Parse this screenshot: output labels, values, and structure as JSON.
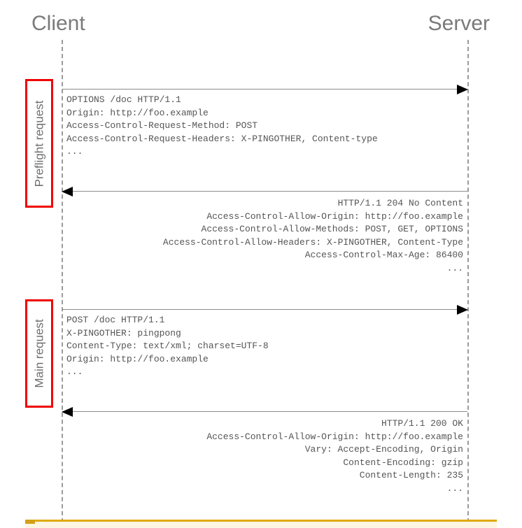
{
  "actors": {
    "client": "Client",
    "server": "Server"
  },
  "phases": [
    {
      "label": "Preflight request"
    },
    {
      "label": "Main request"
    }
  ],
  "messages": [
    {
      "name": "preflight-request",
      "direction": "to-server",
      "align": "left",
      "lines": [
        "OPTIONS /doc HTTP/1.1",
        "Origin: http://foo.example",
        "Access-Control-Request-Method: POST",
        "Access-Control-Request-Headers: X-PINGOTHER, Content-type",
        "..."
      ]
    },
    {
      "name": "preflight-response",
      "direction": "to-client",
      "align": "right",
      "lines": [
        "HTTP/1.1 204 No Content",
        "Access-Control-Allow-Origin: http://foo.example",
        "Access-Control-Allow-Methods: POST, GET, OPTIONS",
        "Access-Control-Allow-Headers: X-PINGOTHER, Content-Type",
        "Access-Control-Max-Age: 86400",
        "..."
      ]
    },
    {
      "name": "main-request",
      "direction": "to-server",
      "align": "left",
      "lines": [
        "POST /doc HTTP/1.1",
        "X-PINGOTHER: pingpong",
        "Content-Type: text/xml; charset=UTF-8",
        "Origin: http://foo.example",
        "..."
      ]
    },
    {
      "name": "main-response",
      "direction": "to-client",
      "align": "right",
      "lines": [
        "HTTP/1.1 200 OK",
        "Access-Control-Allow-Origin: http://foo.example",
        "Vary: Accept-Encoding, Origin",
        "Content-Encoding: gzip",
        "Content-Length: 235",
        "..."
      ]
    }
  ],
  "colors": {
    "phase_border": "#ee0000",
    "lifeline": "#9a9a9a",
    "actor_text": "#7a7a7a",
    "message_text": "#555555",
    "arrow": "#8c8c8c",
    "note_accent": "#e0a80d"
  }
}
